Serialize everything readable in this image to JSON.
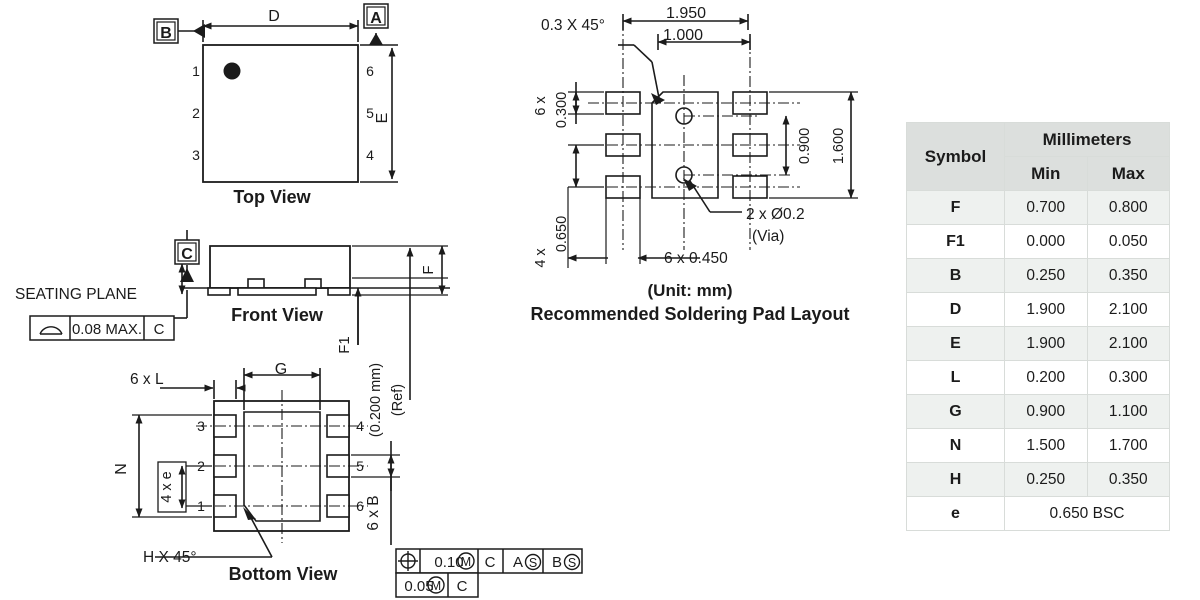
{
  "views": {
    "top": {
      "title": "Top View",
      "datum_b": "B",
      "datum_a": "A",
      "dim_d": "D",
      "dim_e": "E",
      "pins_left": [
        "1",
        "2",
        "3"
      ],
      "pins_right": [
        "6",
        "5",
        "4"
      ]
    },
    "front": {
      "title": "Front View",
      "seating_plane": "SEATING PLANE",
      "datum_c": "C",
      "fcf_value": "0.08 MAX.",
      "fcf_datum": "C",
      "dim_f": "F",
      "dim_f1": "F1",
      "ref_value": "(0.200 mm)",
      "ref_note": "(Ref)"
    },
    "bottom": {
      "title": "Bottom View",
      "dim_6xl": "6 x L",
      "dim_g": "G",
      "dim_n": "N",
      "dim_4xe": "4 x e",
      "dim_6xb": "6 x B",
      "chamfer_note": "H X 45°",
      "pins_left": [
        "3",
        "2",
        "1"
      ],
      "pins_right": [
        "4",
        "5",
        "6"
      ]
    },
    "pad_layout": {
      "title": "Recommended Soldering Pad Layout",
      "unit_note": "(Unit: mm)",
      "dim_1950": "1.950",
      "dim_1000": "1.000",
      "chamfer_note": "0.3 X 45°",
      "dim_6x": "6 x",
      "dim_0300": "0.300",
      "dim_0900": "0.900",
      "dim_1600": "1.600",
      "dim_4x": "4 x",
      "dim_0650": "0.650",
      "dim_6x0450": "6 x 0.450",
      "via_note": "2 x Ø0.2",
      "via_sub": "(Via)"
    }
  },
  "gdt": {
    "frame1": {
      "symbol": "⊕",
      "tolerance": "0.10",
      "modifier": "M",
      "datum_primary": "C",
      "datum_secondary": "A",
      "datum_secondary_mod": "S",
      "datum_tertiary": "B",
      "datum_tertiary_mod": "S"
    },
    "frame2": {
      "tolerance": "0.05",
      "modifier": "M",
      "datum_primary": "C"
    }
  },
  "table": {
    "header_symbol": "Symbol",
    "header_units": "Millimeters",
    "header_min": "Min",
    "header_max": "Max",
    "rows": [
      {
        "symbol": "F",
        "min": "0.700",
        "max": "0.800",
        "span": false
      },
      {
        "symbol": "F1",
        "min": "0.000",
        "max": "0.050",
        "span": false
      },
      {
        "symbol": "B",
        "min": "0.250",
        "max": "0.350",
        "span": false
      },
      {
        "symbol": "D",
        "min": "1.900",
        "max": "2.100",
        "span": false
      },
      {
        "symbol": "E",
        "min": "1.900",
        "max": "2.100",
        "span": false
      },
      {
        "symbol": "L",
        "min": "0.200",
        "max": "0.300",
        "span": false
      },
      {
        "symbol": "G",
        "min": "0.900",
        "max": "1.100",
        "span": false
      },
      {
        "symbol": "N",
        "min": "1.500",
        "max": "1.700",
        "span": false
      },
      {
        "symbol": "H",
        "min": "0.250",
        "max": "0.350",
        "span": false
      },
      {
        "symbol": "e",
        "min": "0.650 BSC",
        "max": "",
        "span": true
      }
    ]
  },
  "colors": {
    "line": "#1b1b1b",
    "header_bg": "#dcdfdd",
    "alt_row_bg": "#eef1ef",
    "border": "#d8dcd9"
  }
}
